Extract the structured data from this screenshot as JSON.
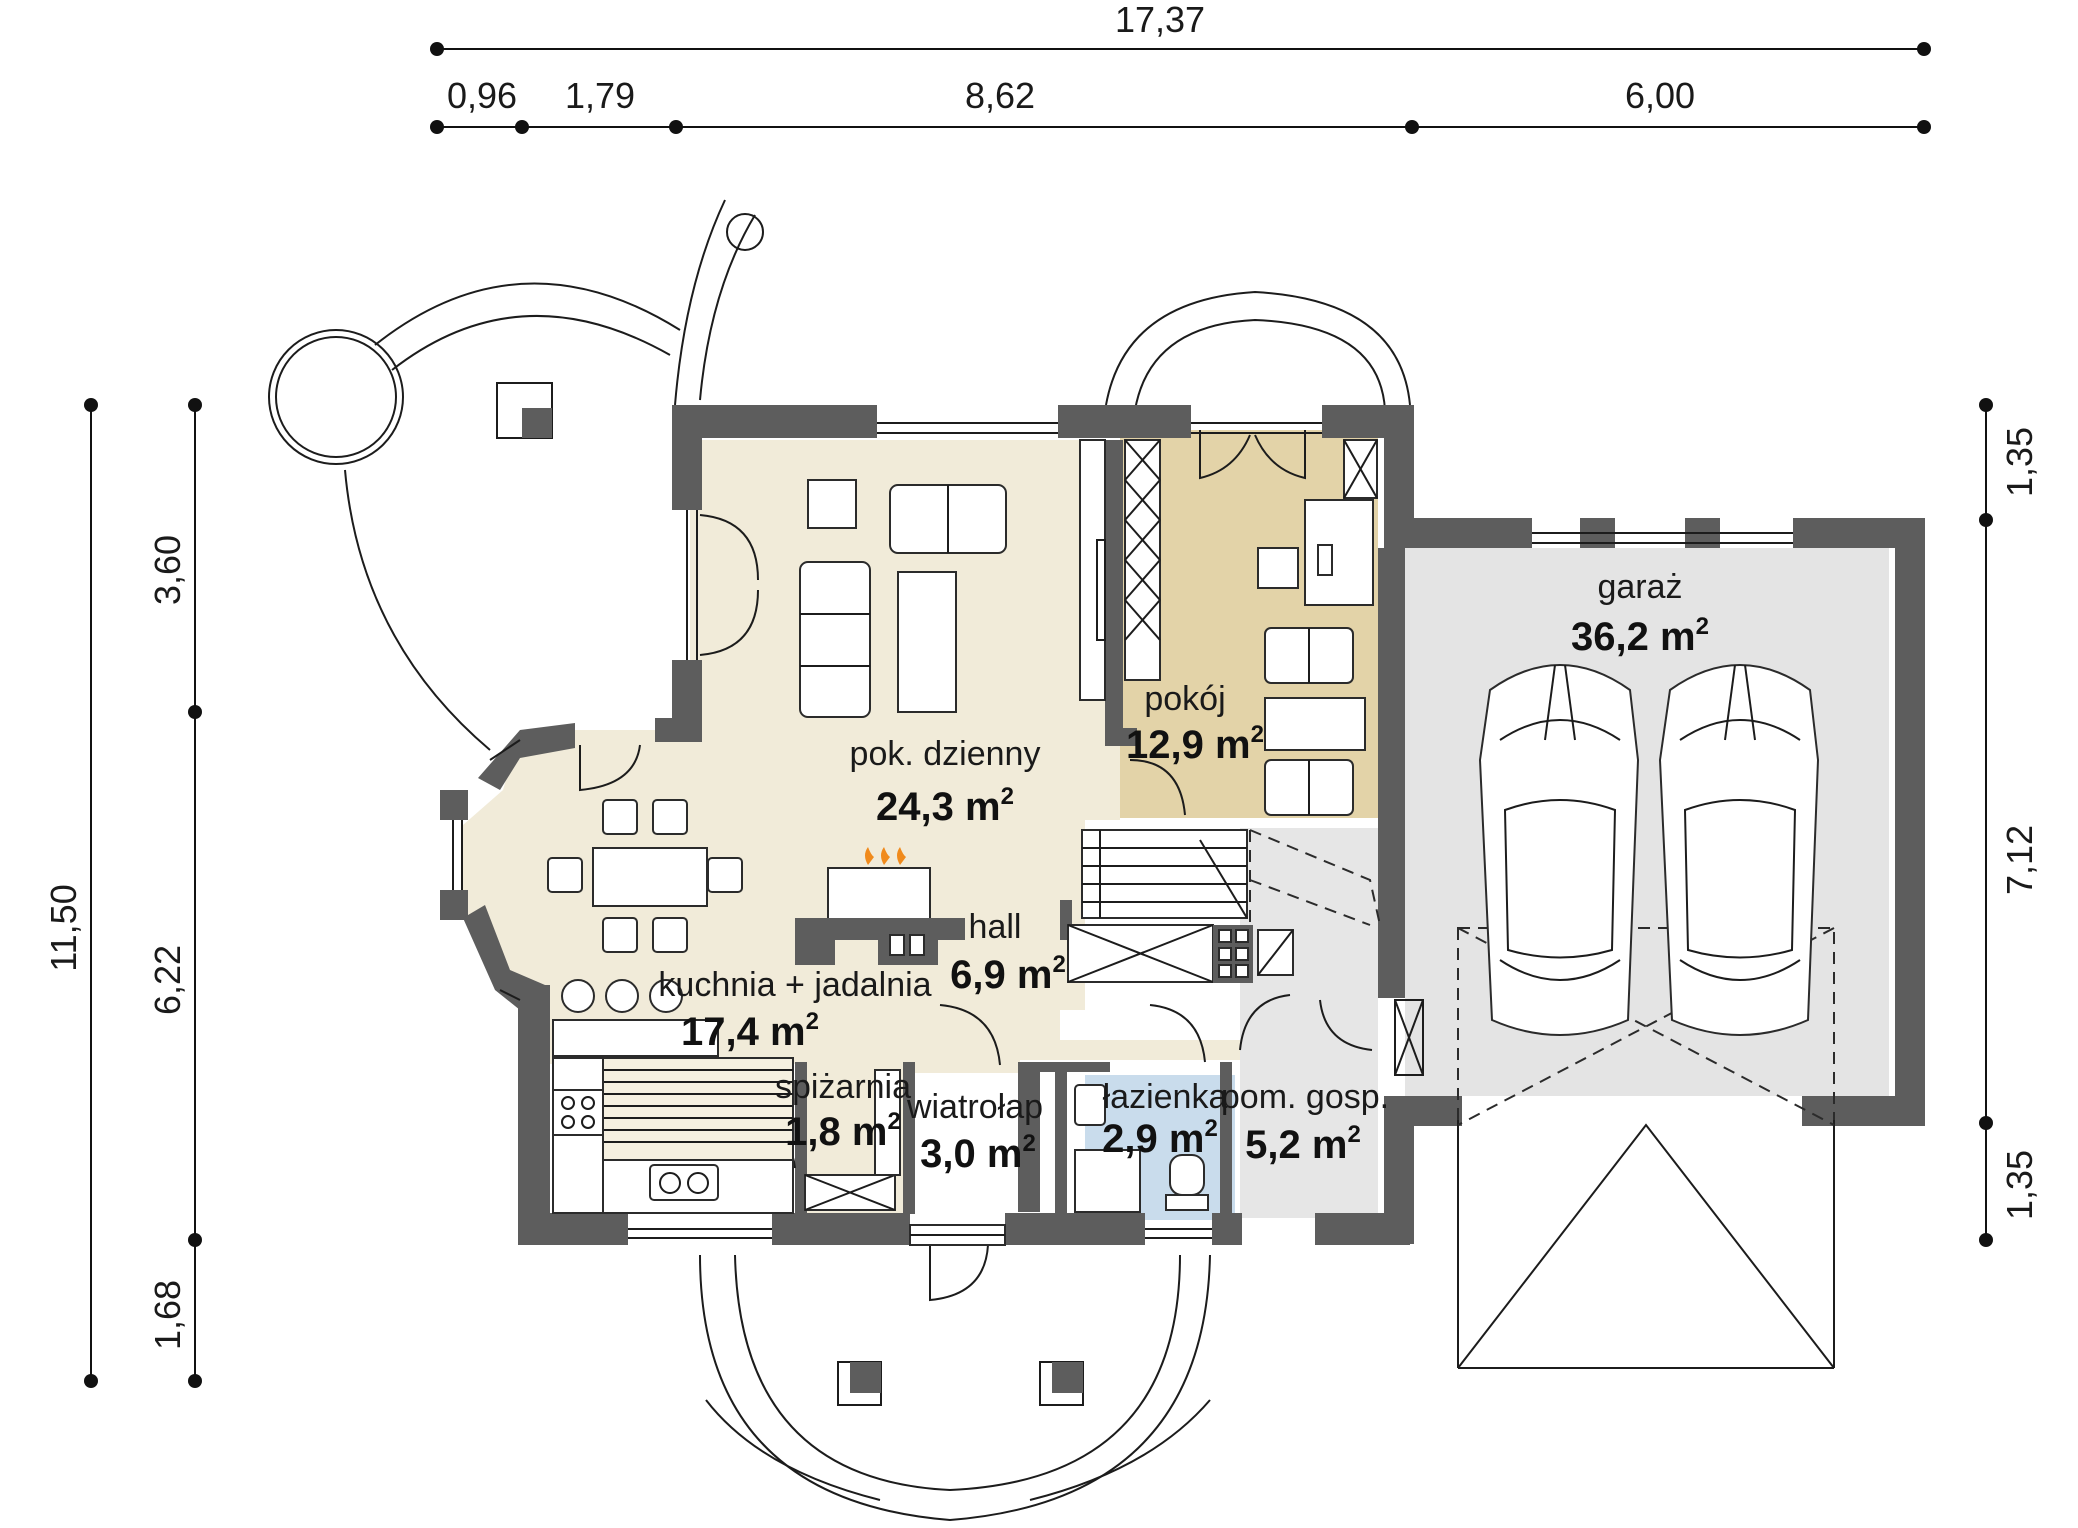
{
  "dimensions": {
    "top_total": "17,37",
    "top_segments": [
      "0,96",
      "1,79",
      "8,62",
      "6,00"
    ],
    "left_total": "11,50",
    "left_segments": [
      "3,60",
      "6,22",
      "1,68"
    ],
    "right_segments": [
      "1,35",
      "7,12",
      "1,35"
    ]
  },
  "rooms": {
    "living": {
      "name": "pok. dzienny",
      "area": "24,3 m",
      "unit_sup": "2"
    },
    "room": {
      "name": "pokój",
      "area": "12,9 m",
      "unit_sup": "2"
    },
    "garage": {
      "name": "garaż",
      "area": "36,2 m",
      "unit_sup": "2"
    },
    "kitchen": {
      "name": "kuchnia + jadalnia",
      "area": "17,4 m",
      "unit_sup": "2"
    },
    "hall": {
      "name": "hall",
      "area": "6,9 m",
      "unit_sup": "2"
    },
    "pantry": {
      "name": "spiżarnia",
      "area": "1,8 m",
      "unit_sup": "2"
    },
    "vestibule": {
      "name": "wiatrołap",
      "area": "3,0 m",
      "unit_sup": "2"
    },
    "bathroom": {
      "name": "łazienka",
      "area": "2,9 m",
      "unit_sup": "2"
    },
    "utility": {
      "name": "pom. gosp.",
      "area": "5,2 m",
      "unit_sup": "2"
    }
  },
  "colors": {
    "wall": "#5d5d5d",
    "living_floor": "#f1ebd9",
    "room_floor": "#e3d3a8",
    "garage_floor": "#e4e4e4",
    "utility_floor": "#e6e6e6",
    "bath_floor": "#c9dcec",
    "fireplace_flame": "#f08a1c"
  }
}
